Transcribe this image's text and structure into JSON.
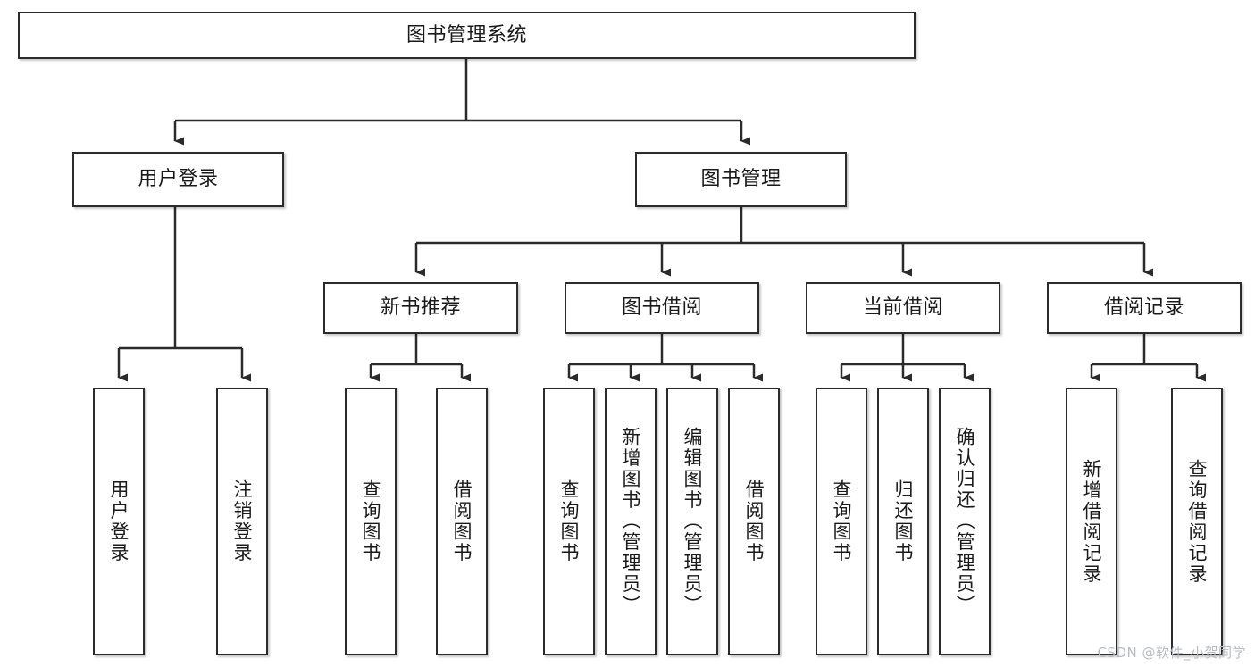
{
  "diagram": {
    "title": "图书管理系统",
    "type": "tree-hierarchy",
    "watermark": "CSDN @软件_小贺同学",
    "colors": {
      "box_border": "#2b2b2b",
      "box_fill": "#ffffff",
      "edge": "#2b2b2b",
      "text": "#1a1a1a",
      "watermark": "#b9bcc2",
      "background": "#ffffff"
    },
    "levels": {
      "root": {
        "label": "图书管理系统"
      },
      "level2": [
        {
          "id": "user-login",
          "label": "用户登录"
        },
        {
          "id": "book-manage",
          "label": "图书管理"
        }
      ],
      "level3": [
        {
          "id": "new-book-rec",
          "label": "新书推荐",
          "parent": "book-manage"
        },
        {
          "id": "book-borrow",
          "label": "图书借阅",
          "parent": "book-manage"
        },
        {
          "id": "current-borrow",
          "label": "当前借阅",
          "parent": "book-manage"
        },
        {
          "id": "borrow-record",
          "label": "借阅记录",
          "parent": "book-manage"
        }
      ],
      "leaves": [
        {
          "id": "leaf-user-login",
          "label": "用户登录",
          "parent": "user-login"
        },
        {
          "id": "leaf-logout",
          "label": "注销登录",
          "parent": "user-login"
        },
        {
          "id": "leaf-query-book-1",
          "label": "查询图书",
          "parent": "new-book-rec"
        },
        {
          "id": "leaf-borrow-book-1",
          "label": "借阅图书",
          "parent": "new-book-rec"
        },
        {
          "id": "leaf-query-book-2",
          "label": "查询图书",
          "parent": "book-borrow"
        },
        {
          "id": "leaf-add-book",
          "label": "新增图书（管理员）",
          "parent": "book-borrow"
        },
        {
          "id": "leaf-edit-book",
          "label": "编辑图书（管理员）",
          "parent": "book-borrow"
        },
        {
          "id": "leaf-borrow-book-2",
          "label": "借阅图书",
          "parent": "book-borrow"
        },
        {
          "id": "leaf-query-book-3",
          "label": "查询图书",
          "parent": "current-borrow"
        },
        {
          "id": "leaf-return-book",
          "label": "归还图书",
          "parent": "current-borrow"
        },
        {
          "id": "leaf-confirm-return",
          "label": "确认归还（管理员）",
          "parent": "current-borrow"
        },
        {
          "id": "leaf-add-record",
          "label": "新增借阅记录",
          "parent": "borrow-record"
        },
        {
          "id": "leaf-query-record",
          "label": "查询借阅记录",
          "parent": "borrow-record"
        }
      ]
    }
  }
}
